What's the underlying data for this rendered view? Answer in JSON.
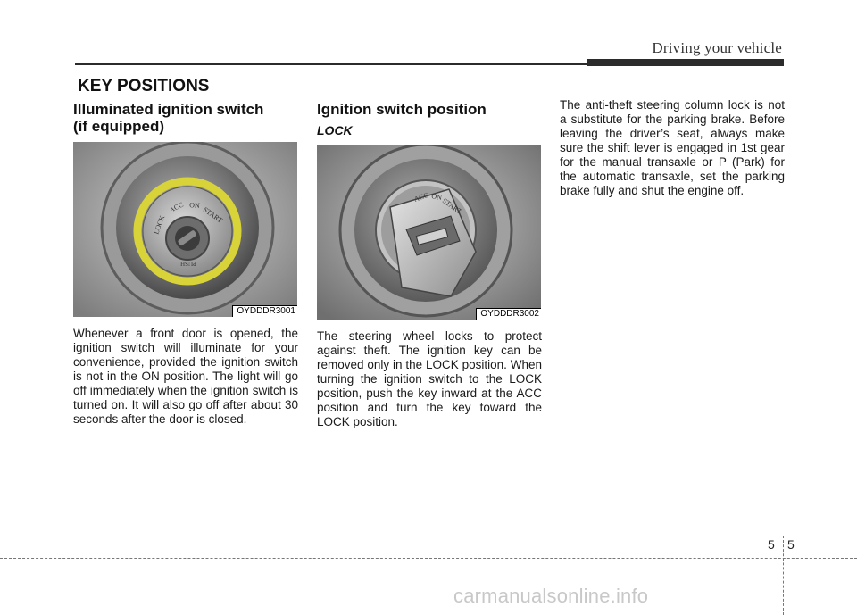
{
  "header": {
    "title": "Driving your vehicle"
  },
  "section": {
    "title": "KEY POSITIONS"
  },
  "col1": {
    "heading": "Illuminated ignition switch\n(if equipped)",
    "figure_label": "OYDDDR3001",
    "switch_text": {
      "lock": "LOCK",
      "acc": "ACC",
      "on": "ON",
      "start": "START",
      "push": "PUSH"
    },
    "body": "Whenever a front door is opened, the ignition switch will illuminate for your convenience, provided the ignition switch is not in the ON position. The light will go off immediately when the ignition switch is turned on. It will also go off after about 30 seconds after the door is closed."
  },
  "col2": {
    "heading": "Ignition switch position",
    "subheading": "LOCK",
    "figure_label": "OYDDDR3002",
    "switch_text": {
      "acc": "ACC",
      "on": "ON",
      "start": "START"
    },
    "body": "The steering wheel locks to protect against theft. The ignition key can be removed only in the LOCK position. When turning the ignition switch to the LOCK position, push the key inward at the ACC position and turn the key toward the LOCK position."
  },
  "col3": {
    "body": "The anti-theft steering column lock is not a substitute for the parking brake. Before leaving the driver’s seat, always make sure the shift lever is engaged in 1st gear for the manual transaxle or P (Park) for the automatic transaxle, set the parking brake fully and shut the engine off."
  },
  "footer": {
    "chapter": "5",
    "page": "5"
  },
  "watermark": {
    "text": "carmanualsonline.info"
  },
  "colors": {
    "highlight_ring": "#d9d33a"
  }
}
